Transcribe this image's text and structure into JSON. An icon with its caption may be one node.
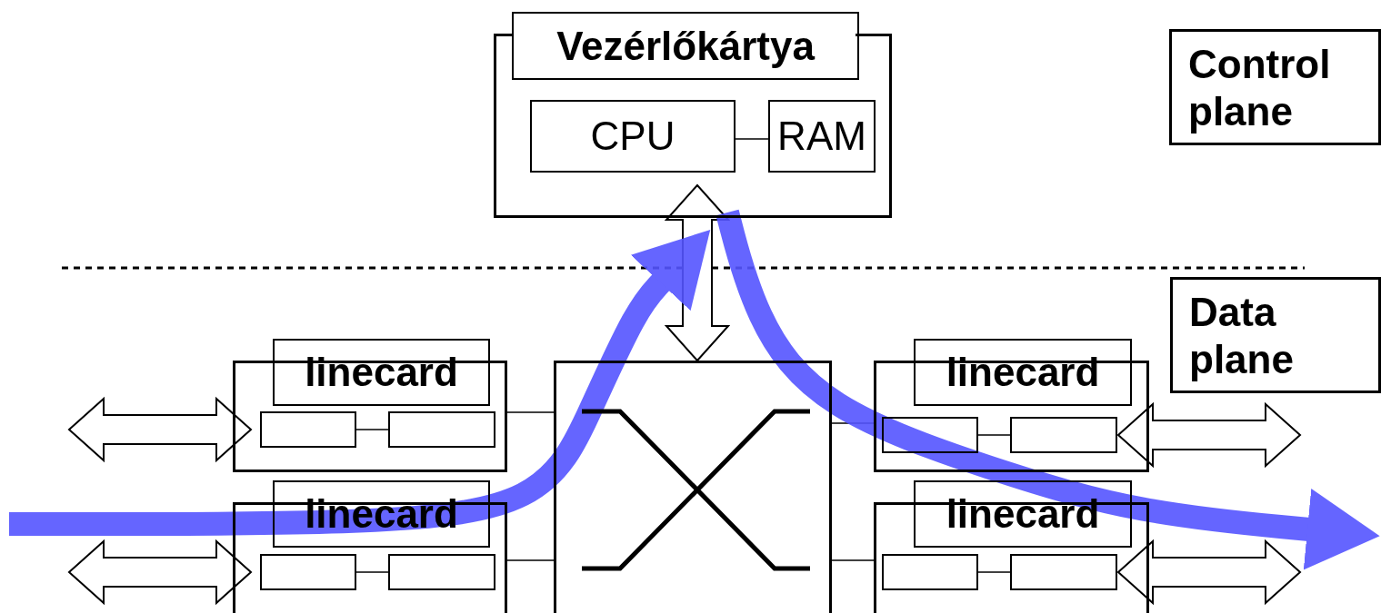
{
  "diagram": {
    "nodes": [
      {
        "text": [
          "Vezérlőkártya"
        ]
      },
      {
        "text": [
          "CPU"
        ],
        "in": 0
      },
      {
        "text": [
          "RAM"
        ],
        "in": 0
      },
      {
        "text": [
          "Control plane"
        ]
      },
      {
        "text": [
          "Data plane"
        ]
      },
      {
        "text": [],
        "shape": "box"
      },
      {
        "text": [
          "linecard"
        ]
      },
      {
        "text": [],
        "shape": "box",
        "in": 5
      },
      {
        "text": [],
        "shape": "box",
        "in": 5
      },
      {
        "text": [],
        "shape": "box"
      },
      {
        "text": [
          "linecard"
        ]
      },
      {
        "text": [],
        "shape": "box",
        "in": 9
      },
      {
        "text": [],
        "shape": "box",
        "in": 9
      },
      {
        "text": [],
        "shape": "box"
      },
      {
        "text": [],
        "shape": "box"
      },
      {
        "text": [
          "linecard"
        ]
      },
      {
        "text": [],
        "shape": "box",
        "in": 14
      },
      {
        "text": [],
        "shape": "box",
        "in": 14
      },
      {
        "text": [],
        "shape": "box"
      },
      {
        "text": [
          "linecard"
        ]
      },
      {
        "text": [],
        "shape": "box",
        "in": 18
      },
      {
        "text": [],
        "shape": "box",
        "in": 18
      }
    ],
    "edges": [
      {
        "from": 1,
        "to": 2,
        "arrow": "none"
      },
      {
        "from": 0,
        "to": 13,
        "arrow": "both",
        "style": "thick"
      },
      {
        "from": 7,
        "to": 8,
        "arrow": "none"
      },
      {
        "from": 11,
        "to": 12,
        "arrow": "none"
      },
      {
        "from": 16,
        "to": 17,
        "arrow": "none"
      },
      {
        "from": 20,
        "to": 21,
        "arrow": "none"
      },
      {
        "from": 5,
        "to": 13,
        "arrow": "none"
      },
      {
        "from": 9,
        "to": 13,
        "arrow": "none"
      },
      {
        "from": 13,
        "to": 14,
        "arrow": "none"
      },
      {
        "from": 13,
        "to": 18,
        "arrow": "none"
      },
      {
        "from": null,
        "to": 5,
        "arrow": "both",
        "style": "thick"
      },
      {
        "from": null,
        "to": 9,
        "arrow": "both",
        "style": "thick"
      },
      {
        "from": 14,
        "to": null,
        "arrow": "both",
        "style": "thick"
      },
      {
        "from": 18,
        "to": null,
        "arrow": "both",
        "style": "thick"
      },
      {
        "from": null,
        "to": 0,
        "arrow": "to",
        "style": "thick",
        "color": "#5555ff"
      },
      {
        "from": 0,
        "to": null,
        "arrow": "to",
        "style": "thick",
        "color": "#5555ff"
      }
    ]
  }
}
